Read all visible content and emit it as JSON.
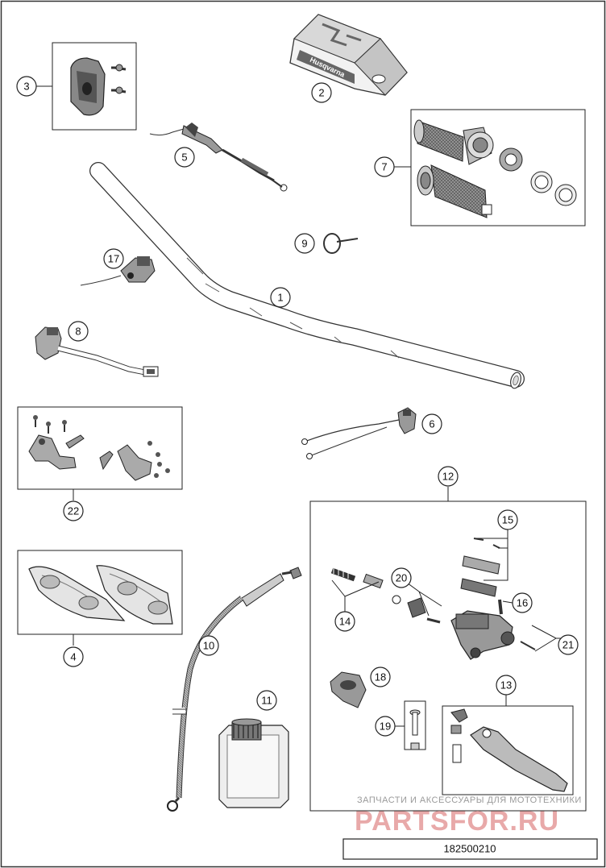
{
  "diagram": {
    "callouts": [
      {
        "id": "1",
        "label": "1"
      },
      {
        "id": "2",
        "label": "2"
      },
      {
        "id": "3",
        "label": "3"
      },
      {
        "id": "4",
        "label": "4"
      },
      {
        "id": "5",
        "label": "5"
      },
      {
        "id": "6",
        "label": "6"
      },
      {
        "id": "7",
        "label": "7"
      },
      {
        "id": "8",
        "label": "8"
      },
      {
        "id": "9",
        "label": "9"
      },
      {
        "id": "10",
        "label": "10"
      },
      {
        "id": "11",
        "label": "11"
      },
      {
        "id": "12",
        "label": "12"
      },
      {
        "id": "13",
        "label": "13"
      },
      {
        "id": "14",
        "label": "14"
      },
      {
        "id": "15",
        "label": "15"
      },
      {
        "id": "16",
        "label": "16"
      },
      {
        "id": "17",
        "label": "17"
      },
      {
        "id": "18",
        "label": "18"
      },
      {
        "id": "19",
        "label": "19"
      },
      {
        "id": "20",
        "label": "20"
      },
      {
        "id": "21",
        "label": "21"
      },
      {
        "id": "22",
        "label": "22"
      }
    ],
    "brand_on_pad": "Husqvarna",
    "watermark_line1": "ЗАПЧАСТИ И АКСЕССУАРЫ ДЛЯ МОТОТЕХНИКИ",
    "watermark_line2": "PARTSFOR.RU",
    "drawing_code": "182500210"
  }
}
